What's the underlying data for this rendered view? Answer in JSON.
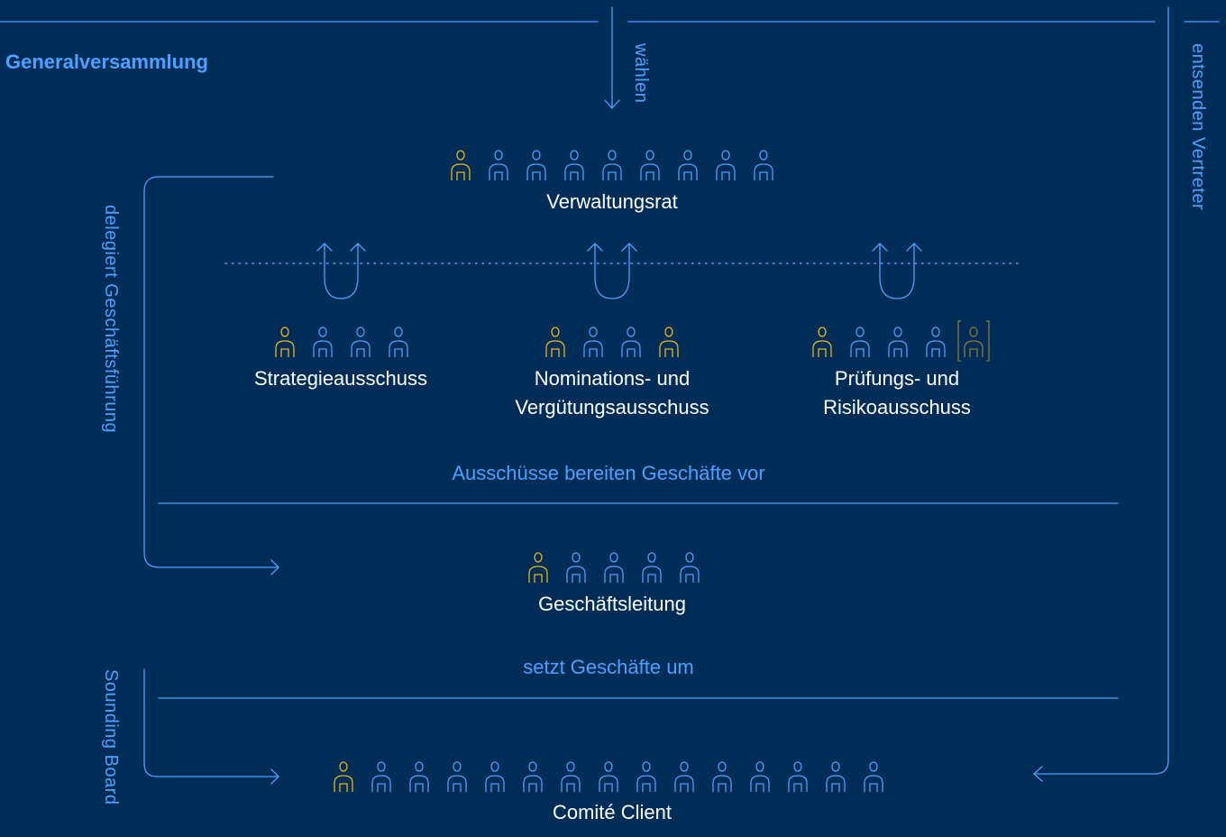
{
  "colors": {
    "background": "#002d57",
    "line": "#4ea0ff",
    "text": "#ffffff",
    "accent": "#e8b51c",
    "accent_dim": "#8a7a3a"
  },
  "title": "Generalversammlung",
  "arrows": {
    "elect": "wählen",
    "delegate": "delegiert Geschäftsführung",
    "send": "entsenden Vertreter",
    "sounding": "Sounding Board"
  },
  "bodies": {
    "board": {
      "label": "Verwaltungsrat",
      "members": [
        "accent",
        "blue",
        "blue",
        "blue",
        "blue",
        "blue",
        "blue",
        "blue",
        "blue"
      ]
    },
    "strategy": {
      "line1": "Strategieausschuss",
      "line2": "",
      "members": [
        "accent",
        "blue",
        "blue",
        "blue"
      ]
    },
    "nomination": {
      "line1": "Nominations- und",
      "line2": "Vergütungsausschuss",
      "members": [
        "accent",
        "blue",
        "blue",
        "accent"
      ]
    },
    "audit": {
      "line1": "Prüfungs- und",
      "line2": "Risikoausschuss",
      "members": [
        "accent",
        "blue",
        "blue",
        "blue",
        "bracket"
      ]
    },
    "management": {
      "label": "Geschäftsleitung",
      "members": [
        "accent",
        "blue",
        "blue",
        "blue",
        "blue"
      ]
    },
    "client": {
      "label": "Comité Client",
      "members": [
        "accent",
        "blue",
        "blue",
        "blue",
        "blue",
        "blue",
        "blue",
        "blue",
        "blue",
        "blue",
        "blue",
        "blue",
        "blue",
        "blue",
        "blue"
      ]
    }
  },
  "notes": {
    "committees": "Ausschüsse bereiten Geschäfte vor",
    "management": "setzt Geschäfte um"
  }
}
